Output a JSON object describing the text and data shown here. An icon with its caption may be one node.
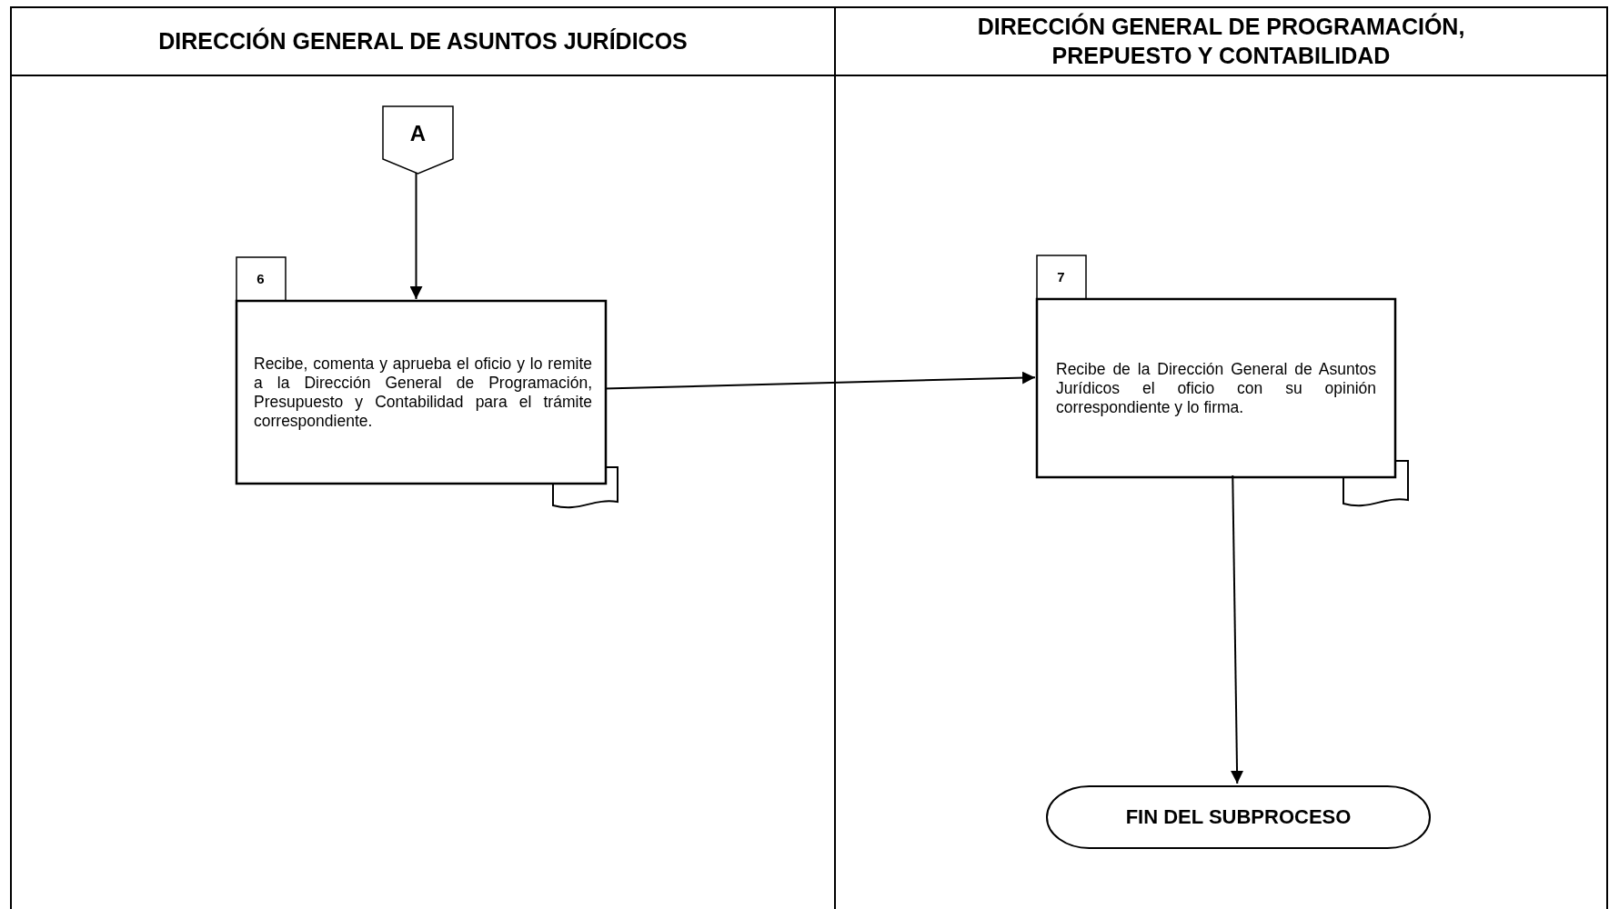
{
  "diagram": {
    "nodes": [
      {
        "text": [
          "DIRECCIÓN GENERAL DE ASUNTOS JURÍDICOS"
        ]
      },
      {
        "text": [
          "DIRECCIÓN GENERAL DE PROGRAMACIÓN, PREPUESTO Y CONTABILIDAD"
        ]
      },
      {
        "text": [
          "A"
        ],
        "in": 0
      },
      {
        "text": [
          "6",
          "Recibe, comenta y aprueba el oficio y lo remite a la Dirección General de Programación, Presupuesto y Contabilidad para el trámite correspondiente."
        ],
        "in": 0
      },
      {
        "text": [
          "7",
          "Recibe de la Dirección General de Asuntos Jurídicos el oficio con su opinión correspondiente y lo firma."
        ],
        "in": 1
      },
      {
        "text": [
          "FIN DEL SUBPROCESO"
        ],
        "in": 1
      }
    ],
    "edges": [
      {
        "from": 2,
        "to": 3,
        "arrow": "to"
      },
      {
        "from": 3,
        "to": 4,
        "arrow": "to"
      },
      {
        "from": 4,
        "to": 5,
        "arrow": "to"
      }
    ]
  }
}
